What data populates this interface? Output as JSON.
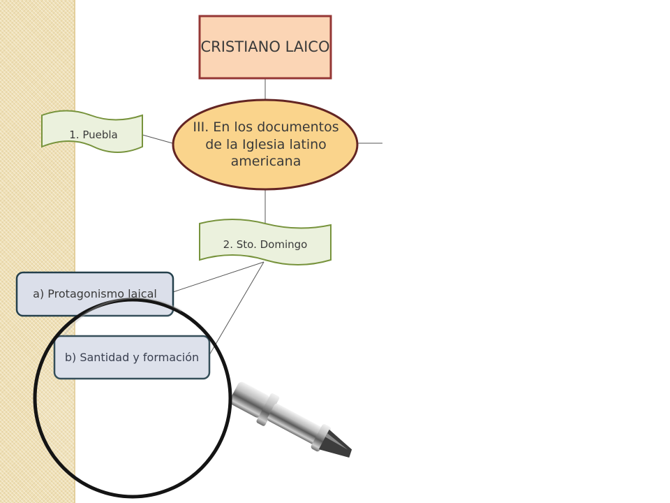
{
  "diagram": {
    "root": {
      "label": "CRISTIANO LAICO"
    },
    "center": {
      "label": "III. En los documentos de la Iglesia latino americana"
    },
    "branch_puebla": {
      "label": "1. Puebla"
    },
    "branch_sto_domingo": {
      "label": "2. Sto. Domingo"
    },
    "sub_protagonismo": {
      "label": "a) Protagonismo laical"
    },
    "sub_santidad": {
      "label": "b) Santidad y formación"
    }
  },
  "colors": {
    "root_fill": "#fbd5b5",
    "root_border": "#953735",
    "center_fill": "#fad48c",
    "center_border": "#632523",
    "banner_fill": "#ebf1dd",
    "banner_border": "#77933c",
    "sub_fill": "#dbdfea",
    "sub_border": "#24404c",
    "strip": "#efe0b6"
  },
  "decor": {
    "magnifier": "magnifying-glass-icon"
  }
}
